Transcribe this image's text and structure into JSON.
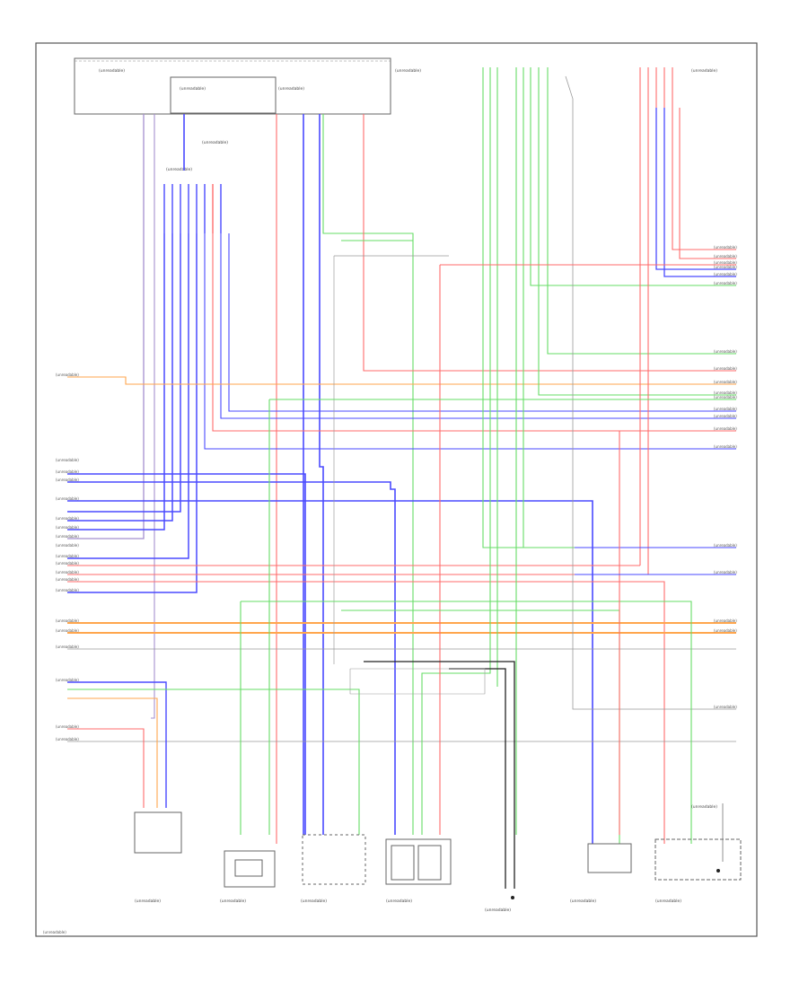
{
  "diagram": {
    "footer_code": "(unreadable)",
    "top_labels": [
      "(unreadable)",
      "(unreadable)",
      "(unreadable)",
      "(unreadable)",
      "(unreadable)",
      "(unreadable)",
      "(unreadable)"
    ],
    "left_wire_labels": [
      "(unreadable)",
      "(unreadable)",
      "(unreadable)",
      "(unreadable)",
      "(unreadable)",
      "(unreadable)",
      "(unreadable)",
      "(unreadable)",
      "(unreadable)",
      "(unreadable)",
      "(unreadable)",
      "(unreadable)",
      "(unreadable)",
      "(unreadable)",
      "(unreadable)",
      "(unreadable)",
      "(unreadable)",
      "(unreadable)",
      "(unreadable)",
      "(unreadable)"
    ],
    "right_wire_labels": [
      "(unreadable)",
      "(unreadable)",
      "(unreadable)",
      "(unreadable)",
      "(unreadable)",
      "(unreadable)",
      "(unreadable)",
      "(unreadable)",
      "(unreadable)",
      "(unreadable)",
      "(unreadable)",
      "(unreadable)",
      "(unreadable)",
      "(unreadable)",
      "(unreadable)",
      "(unreadable)",
      "(unreadable)",
      "(unreadable)",
      "(unreadable)",
      "(unreadable)"
    ],
    "component_labels": [
      "(unreadable)",
      "(unreadable)",
      "(unreadable)",
      "(unreadable)",
      "(unreadable)",
      "(unreadable)",
      "(unreadable)",
      "(unreadable)"
    ],
    "wire_colors": {
      "red": "#ff6b6b",
      "blue": "#4a4aff",
      "green": "#66dd66",
      "orange": "#ffa64d",
      "violet": "#a58fcf",
      "gray": "#9a9a9a",
      "black": "#222222"
    }
  }
}
